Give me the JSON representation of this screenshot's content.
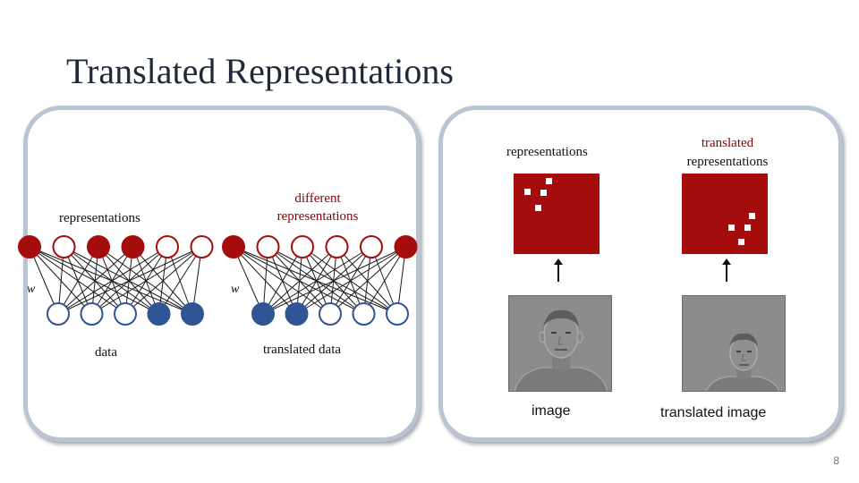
{
  "title": "Translated Representations",
  "left_panel": {
    "net1": {
      "top_label": "representations",
      "bottom_label": "data",
      "weight_label": "w",
      "top_units": [
        "filled",
        "empty",
        "filled",
        "filled",
        "empty",
        "empty"
      ],
      "bottom_units": [
        "empty",
        "empty",
        "empty",
        "filled",
        "filled"
      ]
    },
    "net2": {
      "top_label": "different representations",
      "top_label_line1": "different",
      "top_label_line2": "representations",
      "bottom_label": "translated data",
      "weight_label": "w",
      "top_units": [
        "filled",
        "empty",
        "empty",
        "empty",
        "empty",
        "filled"
      ],
      "bottom_units": [
        "filled",
        "filled",
        "empty",
        "empty",
        "empty"
      ]
    }
  },
  "right_panel": {
    "col1": {
      "rep_label": "representations",
      "image_label": "image"
    },
    "col2": {
      "rep_label_line1": "translated",
      "rep_label_line2": "representations",
      "image_label": "translated image"
    }
  },
  "colors": {
    "hidden_unit": "#a50d0d",
    "visible_unit": "#2f5597",
    "panel_border": "#b9c3d4",
    "translated_label": "#8b0000"
  },
  "page_number": "8"
}
